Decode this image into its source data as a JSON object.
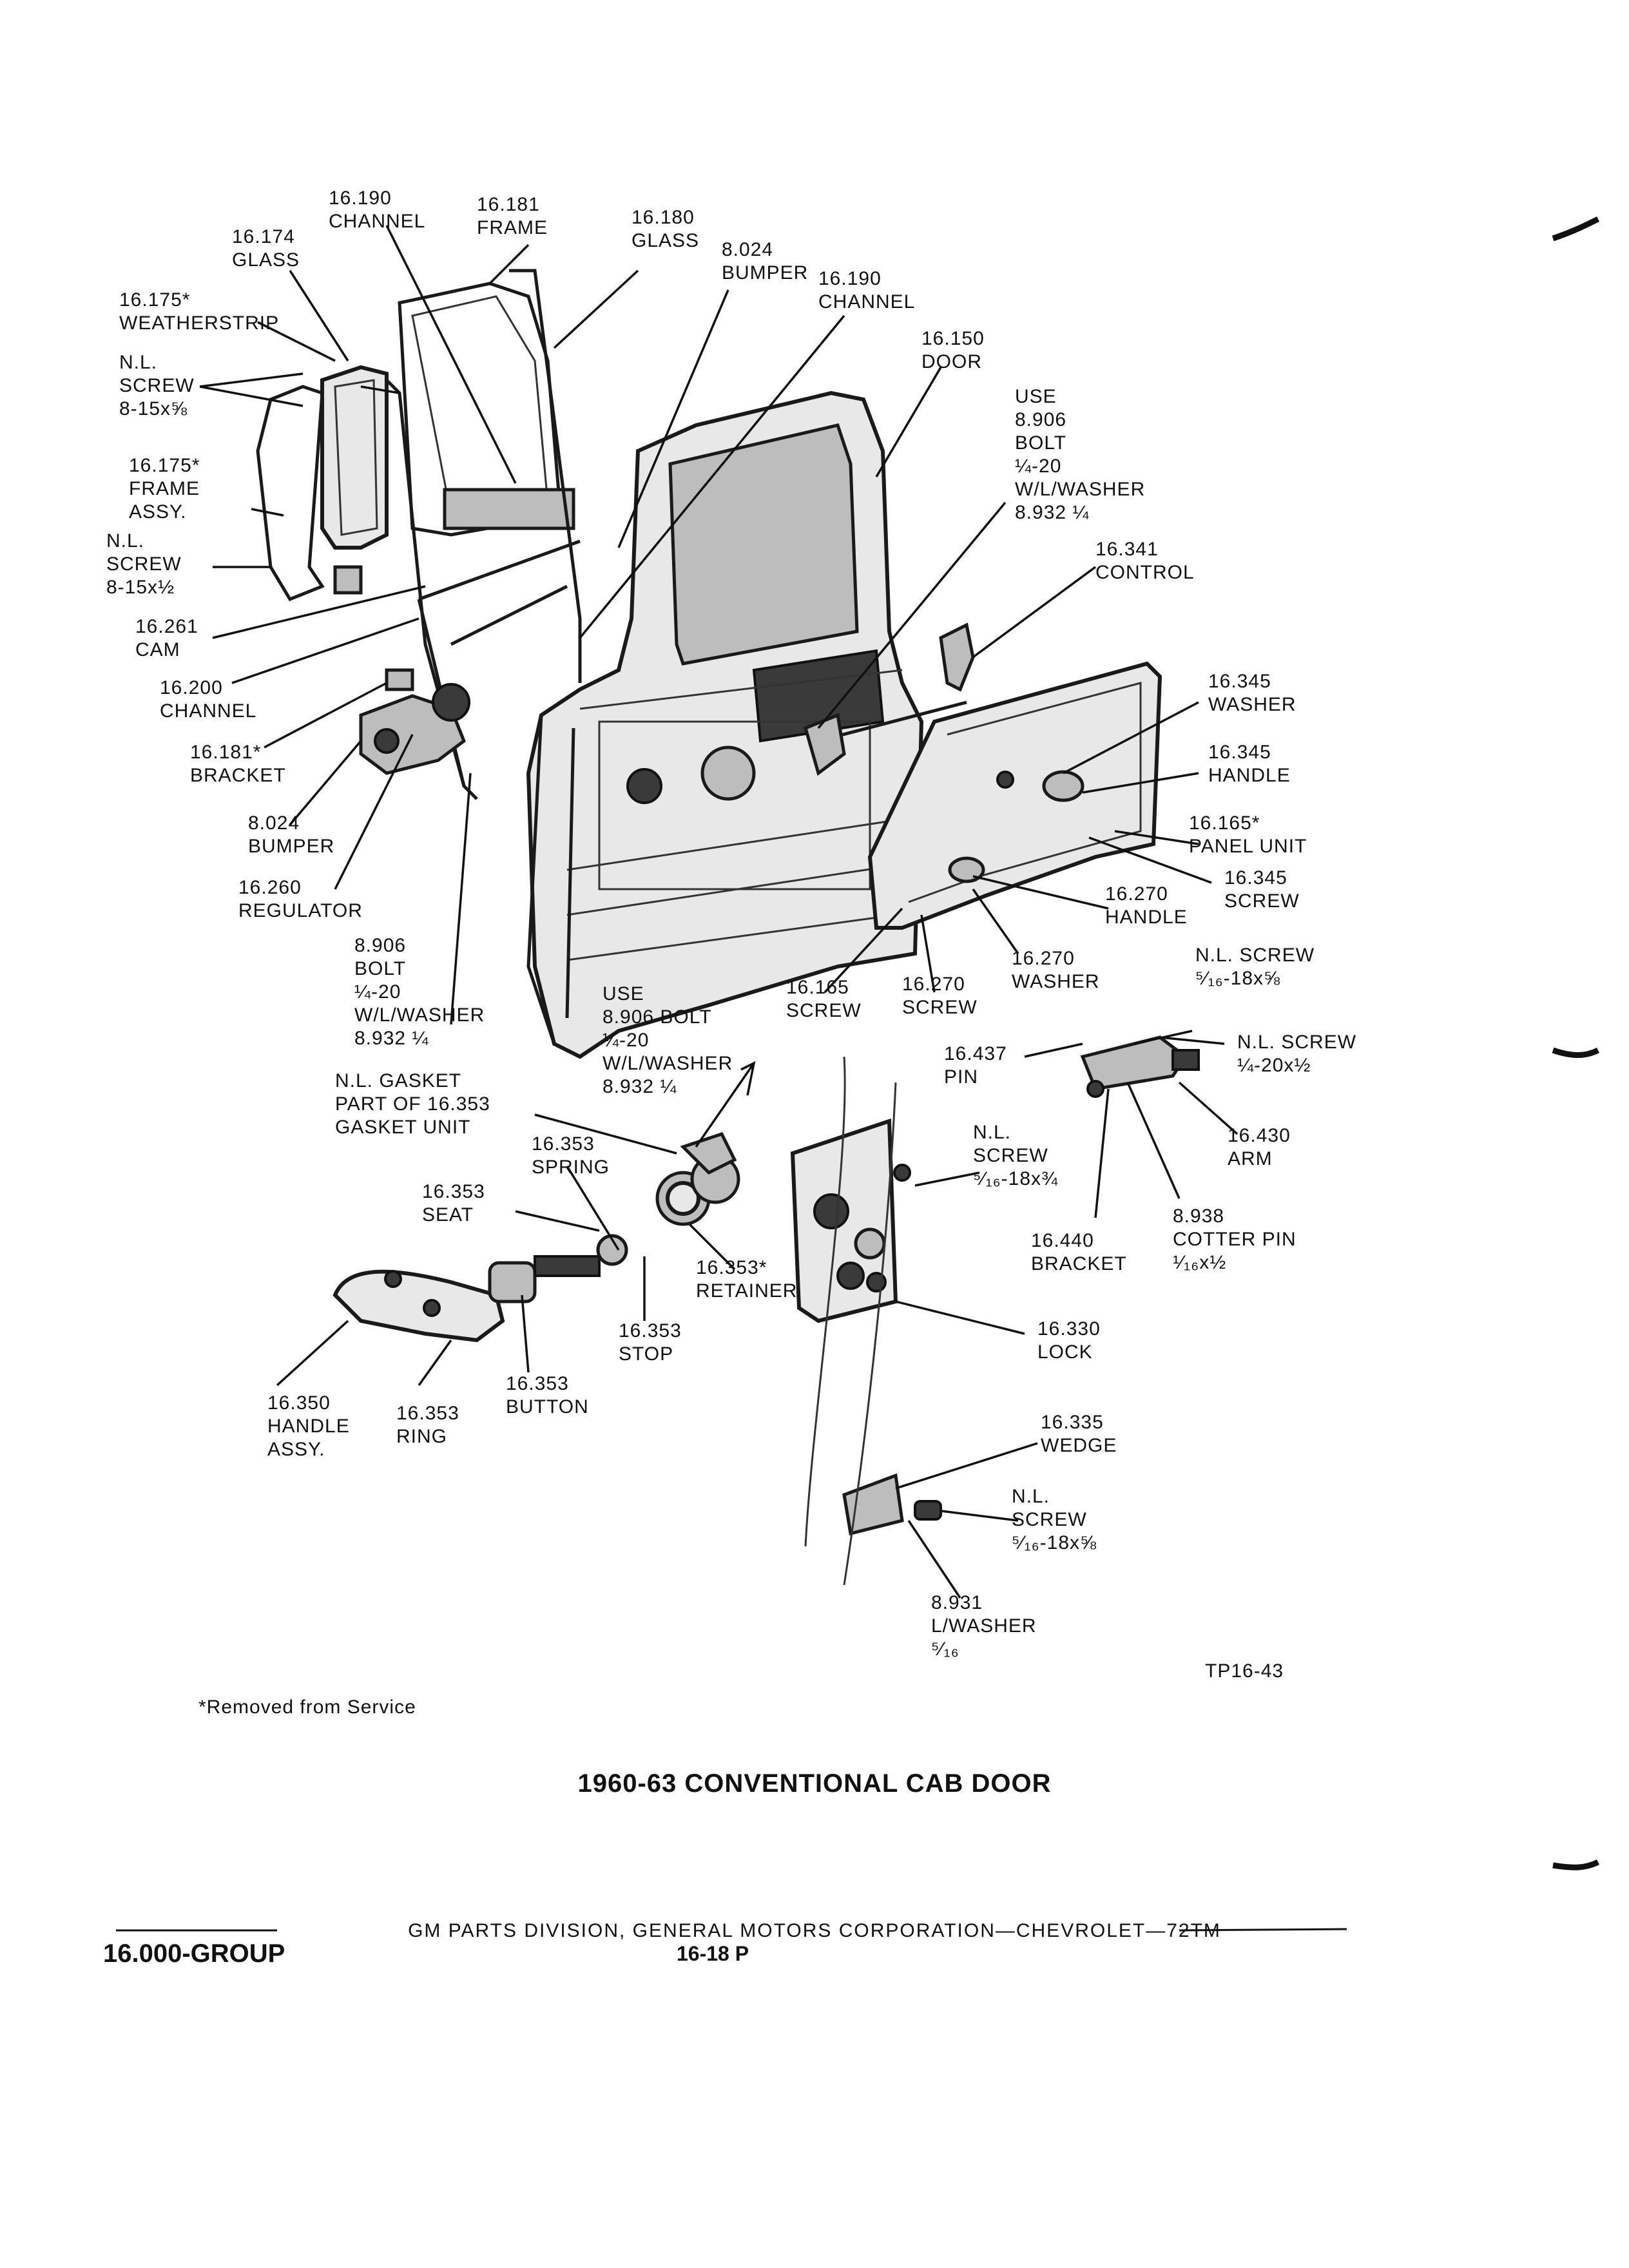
{
  "diagram": {
    "title": "1960-63 CONVENTIONAL CAB DOOR",
    "footnote": "*Removed from Service",
    "figure_code": "TP16-43",
    "footer_text": "GM PARTS DIVISION, GENERAL MOTORS CORPORATION—CHEVROLET—72TM",
    "group": "16.000-GROUP",
    "page_number": "16-18 P",
    "callouts": [
      {
        "id": "c01",
        "lines": [
          "16.190",
          "CHANNEL"
        ]
      },
      {
        "id": "c02",
        "lines": [
          "16.181",
          "FRAME"
        ]
      },
      {
        "id": "c03",
        "lines": [
          "16.174",
          "GLASS"
        ]
      },
      {
        "id": "c04",
        "lines": [
          "16.180",
          "GLASS"
        ]
      },
      {
        "id": "c05",
        "lines": [
          "8.024",
          "BUMPER"
        ]
      },
      {
        "id": "c06",
        "lines": [
          "16.190",
          "CHANNEL"
        ]
      },
      {
        "id": "c07",
        "lines": [
          "16.175*",
          "WEATHERSTRIP"
        ]
      },
      {
        "id": "c08",
        "lines": [
          "N.L.",
          "SCREW",
          "8-15x⅝"
        ]
      },
      {
        "id": "c09",
        "lines": [
          "16.150",
          "DOOR"
        ]
      },
      {
        "id": "c10",
        "lines": [
          "USE",
          "8.906",
          "BOLT",
          "¼-20",
          "W/L/WASHER",
          "8.932 ¼"
        ]
      },
      {
        "id": "c11",
        "lines": [
          "16.175*",
          "FRAME",
          "ASSY."
        ]
      },
      {
        "id": "c12",
        "lines": [
          "N.L.",
          "SCREW",
          "8-15x½"
        ]
      },
      {
        "id": "c13",
        "lines": [
          "16.341",
          "CONTROL"
        ]
      },
      {
        "id": "c14",
        "lines": [
          "16.261",
          "CAM"
        ]
      },
      {
        "id": "c15",
        "lines": [
          "16.200",
          "CHANNEL"
        ]
      },
      {
        "id": "c16",
        "lines": [
          "16.345",
          "WASHER"
        ]
      },
      {
        "id": "c17",
        "lines": [
          "16.181*",
          "BRACKET"
        ]
      },
      {
        "id": "c18",
        "lines": [
          "16.345",
          "HANDLE"
        ]
      },
      {
        "id": "c19",
        "lines": [
          "8.024",
          "BUMPER"
        ]
      },
      {
        "id": "c20",
        "lines": [
          "16.165*",
          "PANEL  UNIT"
        ]
      },
      {
        "id": "c21",
        "lines": [
          "16.260",
          "REGULATOR"
        ]
      },
      {
        "id": "c22",
        "lines": [
          "16.345",
          "SCREW"
        ]
      },
      {
        "id": "c23",
        "lines": [
          "16.270",
          "HANDLE"
        ]
      },
      {
        "id": "c24",
        "lines": [
          "8.906",
          "BOLT",
          "¼-20",
          "W/L/WASHER",
          "8.932 ¼"
        ]
      },
      {
        "id": "c25",
        "lines": [
          "16.270",
          "WASHER"
        ]
      },
      {
        "id": "c26",
        "lines": [
          "N.L. SCREW",
          "⁵⁄₁₆-18x⅝"
        ]
      },
      {
        "id": "c27",
        "lines": [
          "USE",
          "8.906 BOLT",
          "¼-20",
          "W/L/WASHER",
          "8.932 ¼"
        ]
      },
      {
        "id": "c28",
        "lines": [
          "16.165",
          "SCREW"
        ]
      },
      {
        "id": "c29",
        "lines": [
          "16.270",
          "SCREW"
        ]
      },
      {
        "id": "c30",
        "lines": [
          "N.L. SCREW",
          "¼-20x½"
        ]
      },
      {
        "id": "c31",
        "lines": [
          "16.437",
          "PIN"
        ]
      },
      {
        "id": "c32",
        "lines": [
          "N.L. GASKET",
          "PART OF 16.353",
          "GASKET UNIT"
        ]
      },
      {
        "id": "c33",
        "lines": [
          "16.430",
          "ARM"
        ]
      },
      {
        "id": "c34",
        "lines": [
          "16.353",
          "SPRING"
        ]
      },
      {
        "id": "c35",
        "lines": [
          "N.L.",
          "SCREW",
          "⁵⁄₁₆-18x¾"
        ]
      },
      {
        "id": "c36",
        "lines": [
          "16.353",
          "SEAT"
        ]
      },
      {
        "id": "c37",
        "lines": [
          "8.938",
          "COTTER PIN",
          "¹⁄₁₆x½"
        ]
      },
      {
        "id": "c38",
        "lines": [
          "16.440",
          "BRACKET"
        ]
      },
      {
        "id": "c39",
        "lines": [
          "16.353*",
          "RETAINER"
        ]
      },
      {
        "id": "c40",
        "lines": [
          "16.330",
          "LOCK"
        ]
      },
      {
        "id": "c41",
        "lines": [
          "16.353",
          "STOP"
        ]
      },
      {
        "id": "c42",
        "lines": [
          "16.353",
          "BUTTON"
        ]
      },
      {
        "id": "c43",
        "lines": [
          "16.350",
          "HANDLE",
          "ASSY."
        ]
      },
      {
        "id": "c44",
        "lines": [
          "16.353",
          "RING"
        ]
      },
      {
        "id": "c45",
        "lines": [
          "16.335",
          "WEDGE"
        ]
      },
      {
        "id": "c46",
        "lines": [
          "N.L.",
          "SCREW",
          "⁵⁄₁₆-18x⅝"
        ]
      },
      {
        "id": "c47",
        "lines": [
          "8.931",
          "L/WASHER",
          "⁵⁄₁₆"
        ]
      }
    ]
  }
}
